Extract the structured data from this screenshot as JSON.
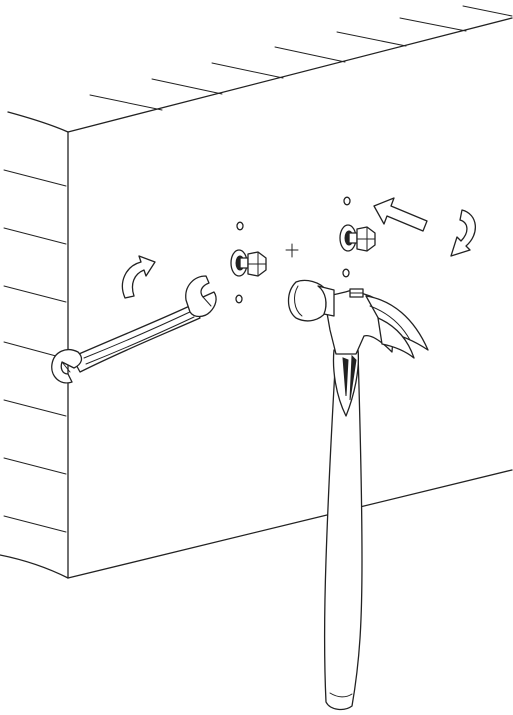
{
  "diagram": {
    "parts": [
      "wall",
      "open-end-wrench",
      "hammer",
      "anchor-bolts",
      "nuts",
      "washers"
    ]
  }
}
